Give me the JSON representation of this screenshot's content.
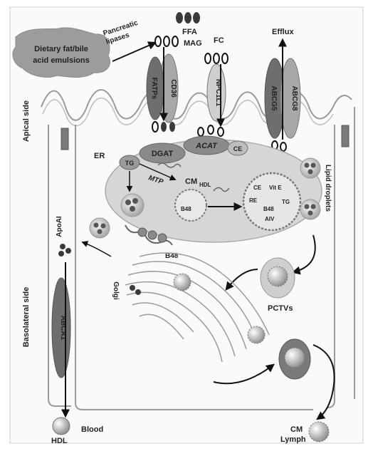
{
  "labels": {
    "dietary_line1": "Dietary fat/bile",
    "dietary_line2": "acid emulsions",
    "pancreatic_line1": "Pancreatic",
    "pancreatic_line2": "lipases",
    "ffa": "FFA",
    "mag": "MAG",
    "fc": "FC",
    "efflux": "Efflux",
    "cd36": "CD36",
    "fatps": "FATPs",
    "npc1l1": "NPC1L1",
    "abcg5": "ABCG5",
    "abcg8": "ABCG8",
    "apical_side": "Apical side",
    "basolateral_side": "Basolateral side",
    "er": "ER",
    "dgat": "DGAT",
    "acat": "ACAT",
    "ce": "CE",
    "tg": "TG",
    "mtp": "MTP",
    "cm": "CM",
    "hdl_sub": "HDL",
    "b48": "B48",
    "lipid_droplets": "Lipid droplets",
    "vesicle_ce": "CE",
    "vesicle_vite": "Vit E",
    "vesicle_re": "RE",
    "vesicle_tg": "TG",
    "vesicle_b48": "B48",
    "vesicle_aiv": "AIV",
    "apoai": "ApoAI",
    "golgi": "Golgi",
    "b48_lower": "B48",
    "pctvs": "PCTVs",
    "abca1": "ABCA1",
    "blood": "Blood",
    "hdl": "HDL",
    "cm_bottom": "CM",
    "lymph": "Lymph"
  },
  "colors": {
    "membrane": "#9a9a9a",
    "er_fill": "#d6d6d6",
    "transporter": "#6e6e6e",
    "transporter_light": "#a8a8a8",
    "dark": "#3a3a3a",
    "cloud": "#9c9c9c"
  }
}
